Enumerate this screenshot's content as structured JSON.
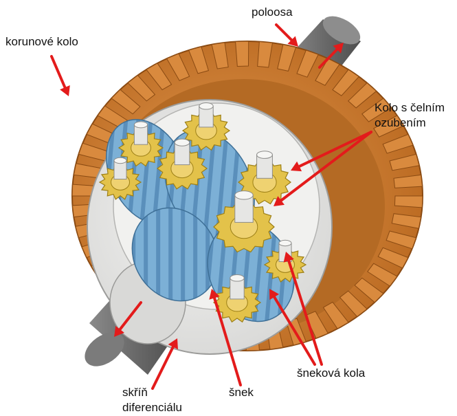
{
  "labels": {
    "korunove_kolo": "korunové kolo",
    "poloosa": "poloosa",
    "kolo_celni_line1": "Kolo s čelním",
    "kolo_celni_line2": "ozubením",
    "snekova_kola": "šneková kola",
    "snek": "šnek",
    "skrin_line1": "skříň",
    "skrin_line2": "diferenciálu"
  },
  "colors": {
    "crown_gear": "#c97a2c",
    "crown_gear_dark": "#9a5618",
    "housing": "#e8e8e6",
    "worm": "#6fa6cf",
    "spur_gear": "#e3c24a",
    "shaft": "#6d6d6d",
    "arrow": "#e31b1b"
  },
  "icons": {
    "illustration": "differential-gear-cutaway"
  }
}
